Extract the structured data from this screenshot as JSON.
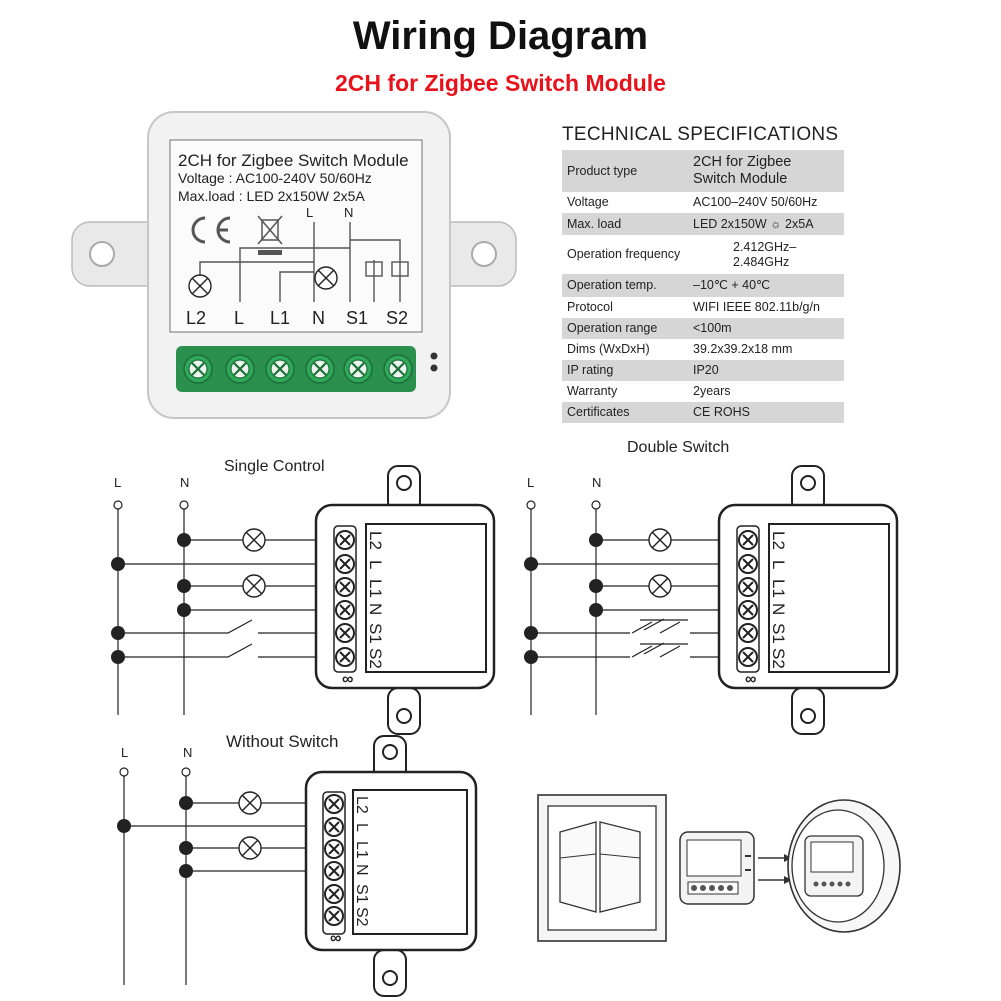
{
  "header": {
    "title": "Wiring Diagram",
    "subtitle": "2CH for Zigbee Switch Module"
  },
  "module": {
    "name": "2CH for Zigbee Switch Module",
    "voltage": "Voltage : AC100-240V 50/60Hz",
    "max_load": "Max.load : LED 2x150W  2x5A",
    "top_terminals": [
      "L",
      "N"
    ],
    "bottom_terminals": [
      "L2",
      "L",
      "L1",
      "N",
      "S1",
      "S2"
    ]
  },
  "specs": {
    "title": "TECHNICAL SPECIFICATIONS",
    "rows": [
      {
        "label": "Product type",
        "value": "2CH for Zigbee Switch Module"
      },
      {
        "label": "Voltage",
        "value": "AC100–240V 50/60Hz"
      },
      {
        "label": "Max. load",
        "value": "LED 2x150W ☼ 2x5A"
      },
      {
        "label": "Operation frequency",
        "value": "2.412GHz–2.484GHz"
      },
      {
        "label": "Operation temp.",
        "value": "–10℃ + 40℃"
      },
      {
        "label": "Protocol",
        "value": "WIFI  IEEE 802.11b/g/n"
      },
      {
        "label": "Operation range",
        "value": "<100m"
      },
      {
        "label": "Dims (WxDxH)",
        "value": "39.2x39.2x18 mm"
      },
      {
        "label": "IP rating",
        "value": "IP20"
      },
      {
        "label": "Warranty",
        "value": "2years"
      },
      {
        "label": "Certificates",
        "value": "CE ROHS"
      }
    ]
  },
  "diagrams": {
    "single": {
      "title": "Single Control"
    },
    "double": {
      "title": "Double Switch"
    },
    "none": {
      "title": "Without Switch"
    },
    "line_label": "L",
    "neutral_label": "N",
    "terminals": [
      "L2",
      "L",
      "L1",
      "N",
      "S1",
      "S2"
    ],
    "infinity": "∞"
  },
  "colors": {
    "title": "#111111",
    "subtitle": "#e8121b",
    "terminal_green": "#2fa85a",
    "module_body": "#f2f2f2",
    "spec_shade": "#d6d6d6"
  }
}
